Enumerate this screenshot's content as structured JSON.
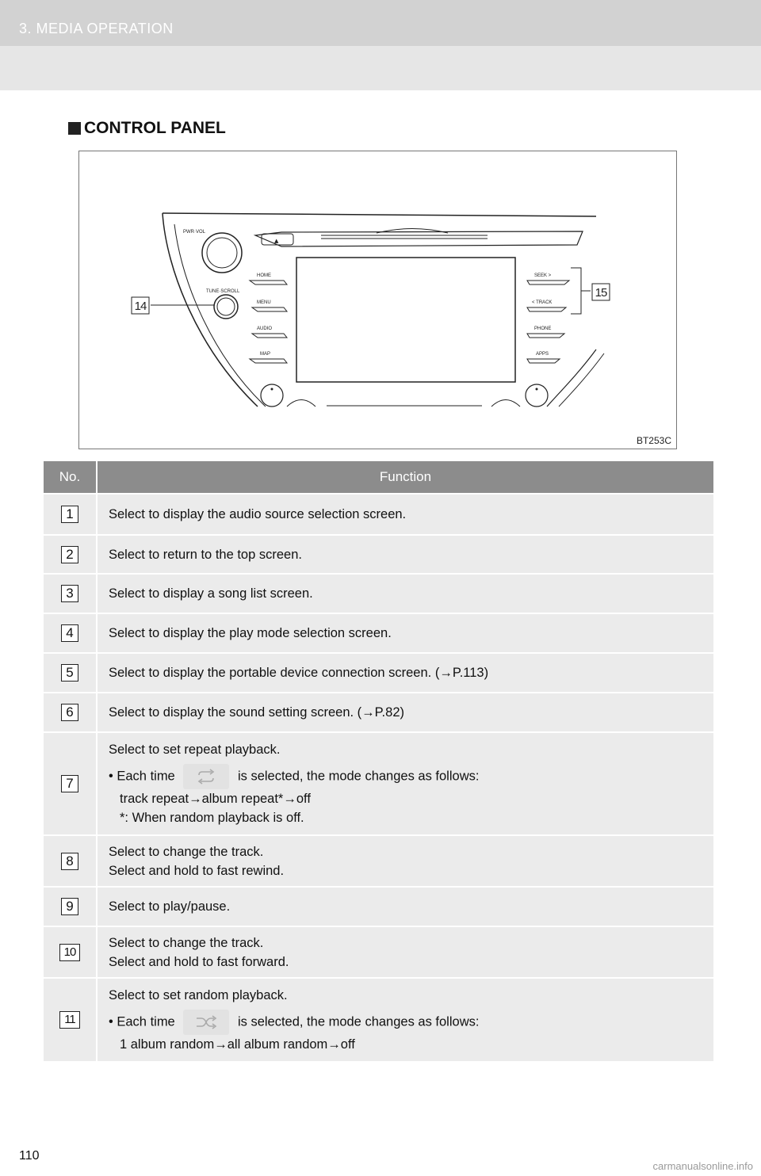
{
  "header": {
    "section_title": "3. MEDIA OPERATION"
  },
  "section_heading": "CONTROL PANEL",
  "figure": {
    "code": "BT253C",
    "callouts": [
      "14",
      "15"
    ],
    "labels": {
      "pwr_vol": "PWR·VOL",
      "tune_scroll": "TUNE·SCROLL",
      "home": "HOME",
      "menu": "MENU",
      "audio": "AUDIO",
      "map": "MAP",
      "seek": "SEEK  >",
      "track": "< TRACK",
      "phone": "PHONE",
      "apps": "APPS",
      "eject": "▲"
    }
  },
  "table": {
    "headers": {
      "no": "No.",
      "function": "Function"
    },
    "rows": [
      {
        "no": "1",
        "text": "Select to display the audio source selection screen."
      },
      {
        "no": "2",
        "text": "Select to return to the top screen."
      },
      {
        "no": "3",
        "text": "Select to display a song list screen."
      },
      {
        "no": "4",
        "text": "Select to display the play mode selection screen."
      },
      {
        "no": "5",
        "text": "Select to display the portable device connection screen. (→P.113)"
      },
      {
        "no": "6",
        "text": "Select to display the sound setting screen. (→P.82)"
      },
      {
        "no": "7",
        "line1": "Select to set repeat playback.",
        "each_time": "Each time",
        "selected": "is selected, the mode changes as follows:",
        "line3": "track repeat→album repeat*→off",
        "line4": "*: When random playback is off."
      },
      {
        "no": "8",
        "line1": "Select to change the track.",
        "line2": "Select and hold to fast rewind."
      },
      {
        "no": "9",
        "text": "Select to play/pause."
      },
      {
        "no": "10",
        "line1": "Select to change the track.",
        "line2": "Select and hold to fast forward."
      },
      {
        "no": "11",
        "line1": "Select to set random playback.",
        "each_time": "Each time",
        "selected": "is selected, the mode changes as follows:",
        "line3": "1 album random→all album random→off"
      }
    ]
  },
  "icons": {
    "row7": "repeat-icon",
    "row11": "shuffle-icon"
  },
  "footer": {
    "page_number": "110",
    "watermark": "carmanualsonline.info"
  }
}
